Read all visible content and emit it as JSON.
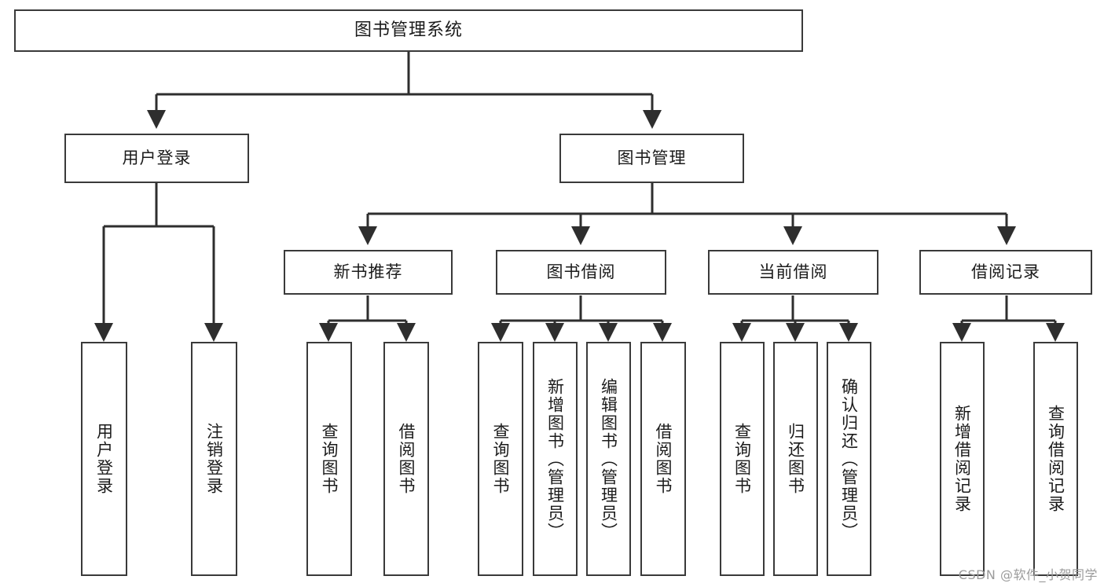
{
  "diagram": {
    "title": "图书管理系统",
    "type": "tree",
    "watermark": "CSDN @软件_小贺同学",
    "colors": {
      "box_border": "#3a3a3a",
      "box_fill": "#ffffff",
      "connector": "#2e2e2e",
      "text": "#1b1b1b",
      "watermark": "#9b9b9b"
    },
    "levels": {
      "root": "图书管理系统",
      "level2": [
        "用户登录",
        "图书管理"
      ],
      "level3": [
        "新书推荐",
        "图书借阅",
        "当前借阅",
        "借阅记录"
      ],
      "level4_groups": [
        {
          "parent": "用户登录",
          "children": [
            "用户登录",
            "注销登录"
          ]
        },
        {
          "parent": "新书推荐",
          "children": [
            "查询图书",
            "借阅图书"
          ]
        },
        {
          "parent": "图书借阅",
          "children": [
            "查询图书",
            "新增图书（管理员）",
            "编辑图书（管理员）",
            "借阅图书"
          ]
        },
        {
          "parent": "当前借阅",
          "children": [
            "查询图书",
            "归还图书",
            "确认归还（管理员）"
          ]
        },
        {
          "parent": "借阅记录",
          "children": [
            "新增借阅记录",
            "查询借阅记录"
          ]
        }
      ]
    },
    "nodes": {
      "root": {
        "label": "图书管理系统"
      },
      "user_login": {
        "label": "用户登录"
      },
      "book_manage": {
        "label": "图书管理"
      },
      "new_book_rec": {
        "label": "新书推荐"
      },
      "book_borrow": {
        "label": "图书借阅"
      },
      "current_borrow": {
        "label": "当前借阅"
      },
      "borrow_record": {
        "label": "借阅记录"
      },
      "leaf_user_login": {
        "label": "用户登录"
      },
      "leaf_logout": {
        "label": "注销登录"
      },
      "leaf_query_book_a": {
        "label": "查询图书"
      },
      "leaf_borrow_book_a": {
        "label": "借阅图书"
      },
      "leaf_query_book_b": {
        "label": "查询图书"
      },
      "leaf_add_book": {
        "label": "新增图书（管理员）"
      },
      "leaf_edit_book": {
        "label": "编辑图书（管理员）"
      },
      "leaf_borrow_book_b": {
        "label": "借阅图书"
      },
      "leaf_query_book_c": {
        "label": "查询图书"
      },
      "leaf_return_book": {
        "label": "归还图书"
      },
      "leaf_confirm_return": {
        "label": "确认归还（管理员）"
      },
      "leaf_add_record": {
        "label": "新增借阅记录"
      },
      "leaf_query_record": {
        "label": "查询借阅记录"
      }
    }
  }
}
